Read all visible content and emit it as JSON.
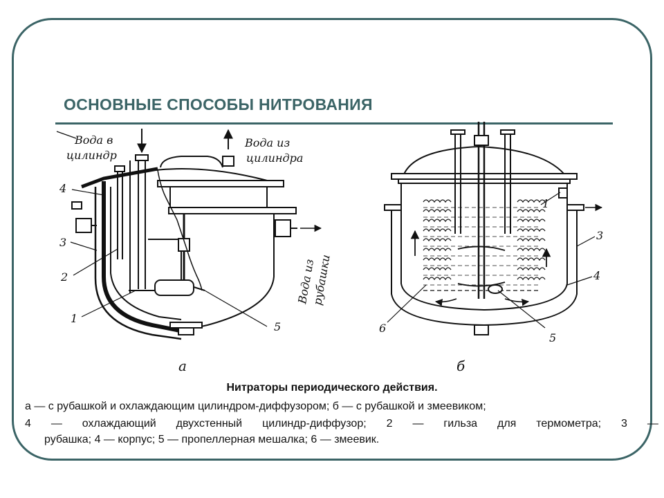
{
  "slide": {
    "title": "ОСНОВНЫЕ СПОСОБЫ НИТРОВАНИЯ"
  },
  "diagram_a": {
    "water_in_line1": "Вода в",
    "water_in_line2": "цилиндр",
    "water_out_line1": "Вода из",
    "water_out_line2": "цилиндра",
    "jacket_out_line1": "Вода из",
    "jacket_out_line2": "рубашки",
    "callouts": [
      "1",
      "2",
      "3",
      "4",
      "5"
    ],
    "figure_letter": "а"
  },
  "diagram_b": {
    "callouts": [
      "1",
      "3",
      "4",
      "5",
      "6"
    ],
    "figure_letter": "б"
  },
  "caption": {
    "title": "Нитраторы периодического действия.",
    "line1": "а — с рубашкой и охлаждающим цилиндром-диффузором; б — с рубашкой и змеевиком;",
    "line2_words": [
      "4",
      "—",
      "охлаждающий",
      "двухстенный",
      "цилиндр-диффузор;",
      "2",
      "—",
      "гильза",
      "для",
      "термометра;",
      "3",
      "—"
    ],
    "line3": "рубашка; 4 — корпус; 5 — пропеллерная мешалка; 6 — змеевик."
  }
}
